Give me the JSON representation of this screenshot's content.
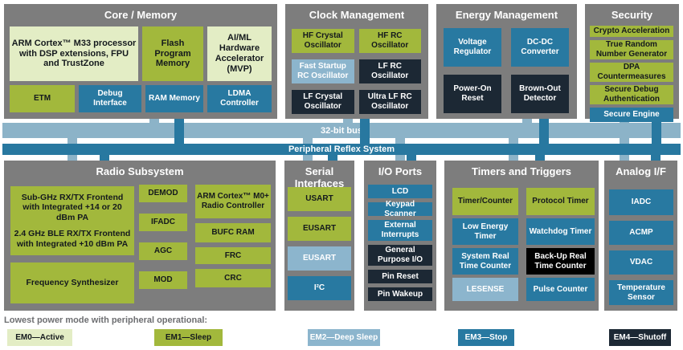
{
  "palette": {
    "block_gray": "#7d7d7d",
    "em0": "#e3edc5",
    "em1": "#a2b83c",
    "em2": "#8cb5cd",
    "em3": "#2879a1",
    "em4": "#1c2834",
    "black": "#000000",
    "bus_light": "#8cb3c8",
    "bus_dark": "#2878a0"
  },
  "bus": {
    "bus32_label": "32-bit bus",
    "prs_label": "Peripheral Reflex System"
  },
  "legend": {
    "label": "Lowest power mode with peripheral operational:",
    "items": [
      {
        "label": "EM0—Active",
        "mode": "em0"
      },
      {
        "label": "EM1—Sleep",
        "mode": "em1"
      },
      {
        "label": "EM2—Deep Sleep",
        "mode": "em2"
      },
      {
        "label": "EM3—Stop",
        "mode": "em3"
      },
      {
        "label": "EM4—Shutoff",
        "mode": "em4"
      }
    ]
  },
  "blocks": {
    "core": {
      "title": "Core / Memory",
      "items": {
        "arm": {
          "label": "ARM Cortex™ M33 processor with DSP extensions, FPU and TrustZone"
        },
        "flash": {
          "label": "Flash Program Memory"
        },
        "aiml": {
          "label": "AI/ML Hardware Accelerator (MVP)"
        },
        "etm": {
          "label": "ETM"
        },
        "debug": {
          "label": "Debug Interface"
        },
        "ram": {
          "label": "RAM Memory"
        },
        "ldma": {
          "label": "LDMA Controller"
        }
      }
    },
    "clock": {
      "title": "Clock Management",
      "items": {
        "hfxo": {
          "label": "HF Crystal Oscillator"
        },
        "hfrco": {
          "label": "HF RC Oscillator"
        },
        "fsrco": {
          "label": "Fast Startup RC Oscillator"
        },
        "lfrco": {
          "label": "LF RC Oscillator"
        },
        "lfxo": {
          "label": "LF Crystal Oscillator"
        },
        "ulfrco": {
          "label": "Ultra LF RC Oscillator"
        }
      }
    },
    "energy": {
      "title": "Energy Management",
      "items": {
        "vreg": {
          "label": "Voltage Regulator"
        },
        "dcdc": {
          "label": "DC-DC Converter"
        },
        "por": {
          "label": "Power-On Reset"
        },
        "bod": {
          "label": "Brown-Out Detector"
        }
      }
    },
    "security": {
      "title": "Security",
      "items": {
        "crypto": {
          "label": "Crypto Acceleration"
        },
        "trng": {
          "label": "True Random Number Generator"
        },
        "dpa": {
          "label": "DPA Countermeasures"
        },
        "sda": {
          "label": "Secure Debug Authentication"
        },
        "se": {
          "label": "Secure Engine"
        }
      }
    },
    "radio": {
      "title": "Radio Subsystem",
      "items": {
        "frontend": {
          "label_line1": "Sub-GHz RX/TX Frontend with Integrated +14 or 20 dBm PA",
          "label_line2": "2.4 GHz BLE RX/TX Frontend with Integrated +10 dBm PA"
        },
        "freqsynth": {
          "label": "Frequency Synthesizer"
        },
        "demod": {
          "label": "DEMOD"
        },
        "ifadc": {
          "label": "IFADC"
        },
        "agc": {
          "label": "AGC"
        },
        "mod": {
          "label": "MOD"
        },
        "m0": {
          "label": "ARM Cortex™ M0+ Radio Controller"
        },
        "bufc": {
          "label": "BUFC RAM"
        },
        "frc": {
          "label": "FRC"
        },
        "crc": {
          "label": "CRC"
        }
      }
    },
    "serial": {
      "title": "Serial Interfaces",
      "items": {
        "usart": {
          "label": "USART"
        },
        "eusart1": {
          "label": "EUSART"
        },
        "eusart2": {
          "label": "EUSART"
        },
        "i2c": {
          "label": "I²C"
        }
      }
    },
    "io": {
      "title": "I/O Ports",
      "items": {
        "lcd": {
          "label": "LCD"
        },
        "keypad": {
          "label": "Keypad Scanner"
        },
        "extint": {
          "label": "External Interrupts"
        },
        "gpio": {
          "label": "General Purpose I/O"
        },
        "pinreset": {
          "label": "Pin Reset"
        },
        "pinwakeup": {
          "label": "Pin Wakeup"
        }
      }
    },
    "timers": {
      "title": "Timers and Triggers",
      "items": {
        "tc": {
          "label": "Timer/Counter"
        },
        "pt": {
          "label": "Protocol Timer"
        },
        "let": {
          "label": "Low Energy Timer"
        },
        "wdt": {
          "label": "Watchdog Timer"
        },
        "srtc": {
          "label": "System Real Time Counter"
        },
        "burtc": {
          "label": "Back-Up Real Time Counter"
        },
        "lesense": {
          "label": "LESENSE"
        },
        "pcnt": {
          "label": "Pulse Counter"
        }
      }
    },
    "analog": {
      "title": "Analog I/F",
      "items": {
        "iadc": {
          "label": "IADC"
        },
        "acmp": {
          "label": "ACMP"
        },
        "vdac": {
          "label": "VDAC"
        },
        "temp": {
          "label": "Temperature Sensor"
        }
      }
    }
  }
}
